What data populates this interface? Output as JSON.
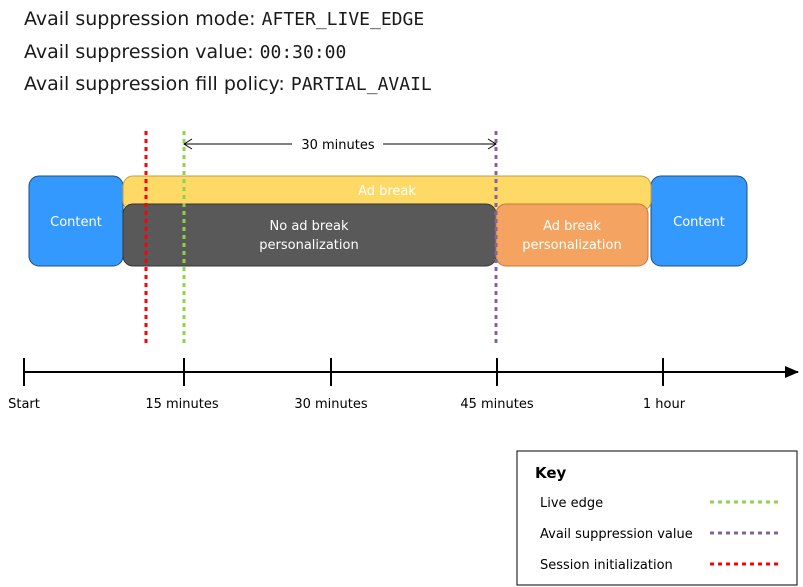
{
  "header": {
    "mode_label": "Avail suppression mode:",
    "mode_value": "AFTER_LIVE_EDGE",
    "value_label": "Avail suppression value:",
    "value_value": "00:30:00",
    "policy_label": "Avail suppression fill policy:",
    "policy_value": "PARTIAL_AVAIL"
  },
  "diagram": {
    "span_label": "30 minutes",
    "content_left": "Content",
    "content_right": "Content",
    "ad_break": "Ad break",
    "no_personalization_line1": "No ad break",
    "no_personalization_line2": "personalization",
    "personalization_line1": "Ad break",
    "personalization_line2": "personalization"
  },
  "timeline": {
    "ticks": [
      "Start",
      "15 minutes",
      "30 minutes",
      "45 minutes",
      "1 hour"
    ]
  },
  "key": {
    "title": "Key",
    "items": [
      {
        "label": "Live edge",
        "color": "#92D050"
      },
      {
        "label": "Avail suppression value",
        "color": "#8064A2"
      },
      {
        "label": "Session initialization",
        "color": "#FF0000"
      }
    ]
  },
  "colors": {
    "content": "#3399FF",
    "ad_break": "#FFD966",
    "no_personalization": "#595959",
    "personalization": "#F4A460"
  }
}
